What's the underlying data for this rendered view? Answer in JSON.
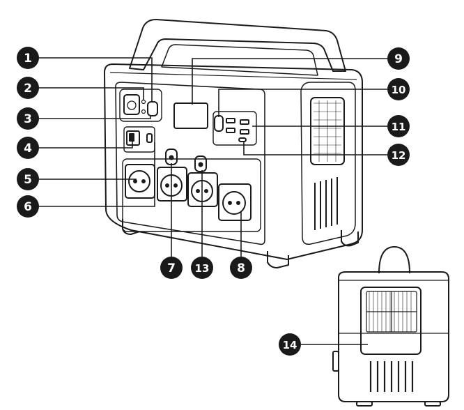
{
  "callouts": [
    {
      "id": "1",
      "label": "1"
    },
    {
      "id": "2",
      "label": "2"
    },
    {
      "id": "3",
      "label": "3"
    },
    {
      "id": "4",
      "label": "4"
    },
    {
      "id": "5",
      "label": "5"
    },
    {
      "id": "6",
      "label": "6"
    },
    {
      "id": "7",
      "label": "7"
    },
    {
      "id": "8",
      "label": "8"
    },
    {
      "id": "9",
      "label": "9"
    },
    {
      "id": "10",
      "label": "10"
    },
    {
      "id": "11",
      "label": "11"
    },
    {
      "id": "12",
      "label": "12"
    },
    {
      "id": "13",
      "label": "13"
    },
    {
      "id": "14",
      "label": "14"
    }
  ],
  "colors": {
    "callout_fill": "#1a1a1a",
    "callout_text": "#ffffff",
    "line": "#1a1a1a",
    "device_fill": "#ffffff"
  }
}
